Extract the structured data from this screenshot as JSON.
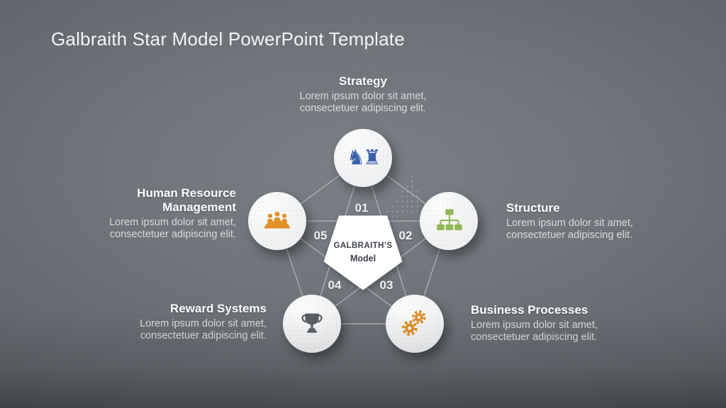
{
  "slide": {
    "title": "Galbraith Star Model PowerPoint Template",
    "center": {
      "title": "GALBRAITH’S",
      "subtitle": "Model"
    },
    "nodes": [
      {
        "key": "strategy",
        "number": "01",
        "label": "Strategy",
        "desc1": "Lorem ipsum dolor sit amet,",
        "desc2": "consectetuer adipiscing elit.",
        "icon": "chess-pieces-icon",
        "accent": "#3e63ae"
      },
      {
        "key": "structure",
        "number": "02",
        "label": "Structure",
        "desc1": "Lorem ipsum dolor sit amet,",
        "desc2": "consectetuer adipiscing elit.",
        "icon": "org-chart-icon",
        "accent": "#92b857"
      },
      {
        "key": "business-processes",
        "number": "03",
        "label": "Business Processes",
        "desc1": "Lorem ipsum dolor sit amet,",
        "desc2": "consectetuer adipiscing elit.",
        "icon": "gears-icon",
        "accent": "#e0912a"
      },
      {
        "key": "reward-systems",
        "number": "04",
        "label": "Reward Systems",
        "desc1": "Lorem ipsum dolor sit amet,",
        "desc2": "consectetuer adipiscing elit.",
        "icon": "trophy-icon",
        "accent": "#5a5f66"
      },
      {
        "key": "human-resource-management",
        "number": "05",
        "label": "Human Resource Management",
        "desc1": "Lorem ipsum dolor sit amet,",
        "desc2": "consectetuer adipiscing elit.",
        "icon": "meeting-icon",
        "accent": "#e0912a"
      }
    ],
    "colors": {
      "background_center": "#7a7e85",
      "background_edge": "#42454b",
      "node_fill": "#f2f3f4",
      "connector_line": "#cdd0d4",
      "chess_blue": "#3e63ae",
      "org_green": "#92b857",
      "gear_orange": "#e0912a",
      "trophy_gray": "#5a5f66"
    }
  }
}
